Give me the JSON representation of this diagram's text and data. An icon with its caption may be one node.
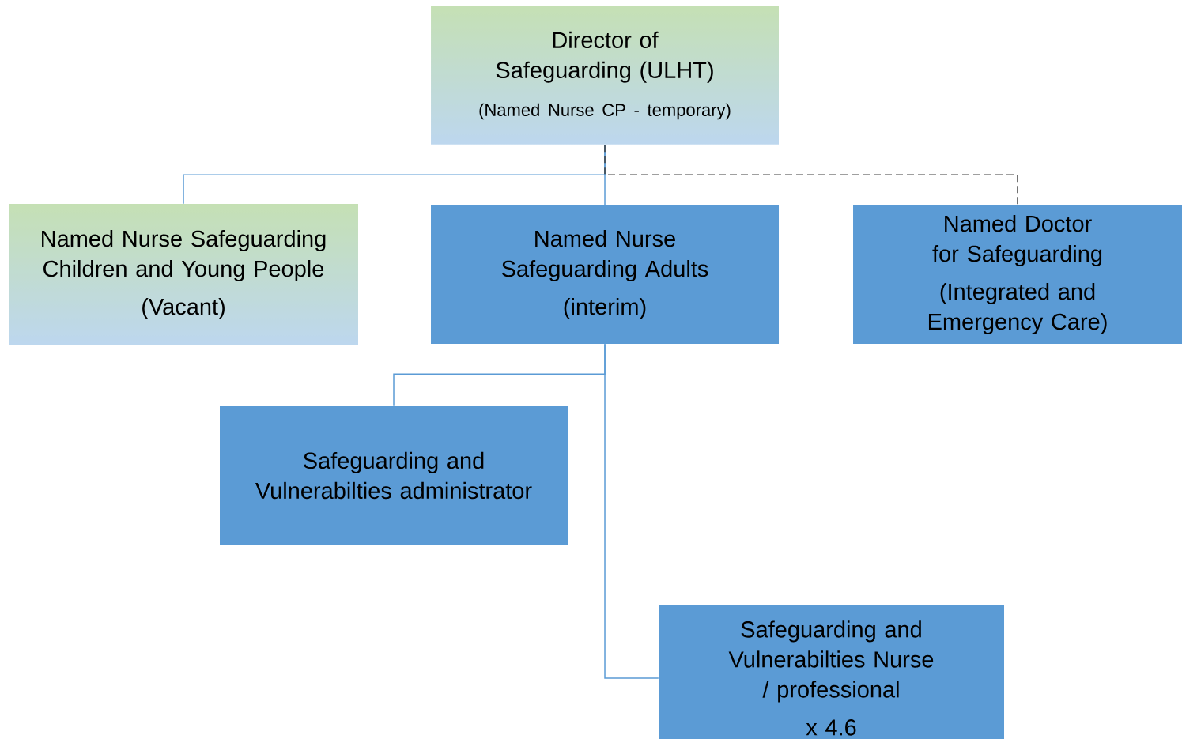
{
  "diagram": {
    "nodes": [
      {
        "text": [
          "Director of Safeguarding (ULHT)",
          "(Named Nurse CP -  temporary)"
        ]
      },
      {
        "text": [
          "Named Nurse Safeguarding Children and Young People",
          "(Vacant)"
        ]
      },
      {
        "text": [
          "Named Nurse Safeguarding Adults",
          "(interim)"
        ]
      },
      {
        "text": [
          "Named Doctor for Safeguarding",
          "(Integrated and Emergency Care)"
        ]
      },
      {
        "text": [
          "Safeguarding and Vulnerabilties administrator"
        ]
      },
      {
        "text": [
          "Safeguarding and Vulnerabilties Nurse / professional",
          "x 4.6"
        ]
      }
    ],
    "edges": [
      {
        "from": 0,
        "to": 1,
        "arrow": "none"
      },
      {
        "from": 0,
        "to": 2,
        "arrow": "none"
      },
      {
        "from": 0,
        "to": 3,
        "arrow": "none",
        "style": "dashed",
        "color": "#404040"
      },
      {
        "from": 2,
        "to": 4,
        "arrow": "none"
      },
      {
        "from": 2,
        "to": 5,
        "arrow": "none"
      }
    ]
  }
}
